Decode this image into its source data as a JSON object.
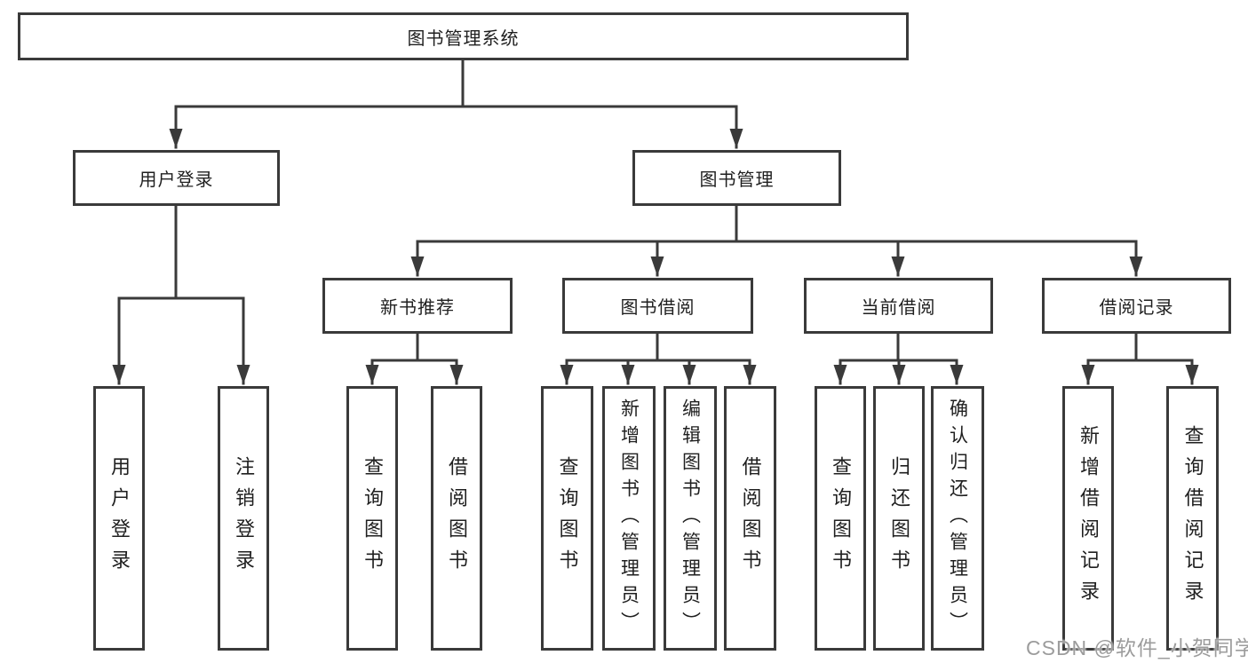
{
  "tree": {
    "root": "图书管理系统",
    "level1": [
      "用户登录",
      "图书管理"
    ],
    "level2": [
      "新书推荐",
      "图书借阅",
      "当前借阅",
      "借阅记录"
    ],
    "leaves_login": [
      "用户登录",
      "注销登录"
    ],
    "leaves_recommend": [
      "查询图书",
      "借阅图书"
    ],
    "leaves_borrow": [
      "查询图书",
      "新增图书（管理员）",
      "编辑图书（管理员）",
      "借阅图书"
    ],
    "leaves_current": [
      "查询图书",
      "归还图书",
      "确认归还（管理员）"
    ],
    "leaves_records": [
      "新增借阅记录",
      "查询借阅记录"
    ]
  },
  "watermark": "CSDN @软件_小贺同学",
  "colors": {
    "line": "#3a3a3a",
    "text": "#1f1f1f",
    "watermark": "#9c9c9c",
    "background": "#ffffff"
  }
}
